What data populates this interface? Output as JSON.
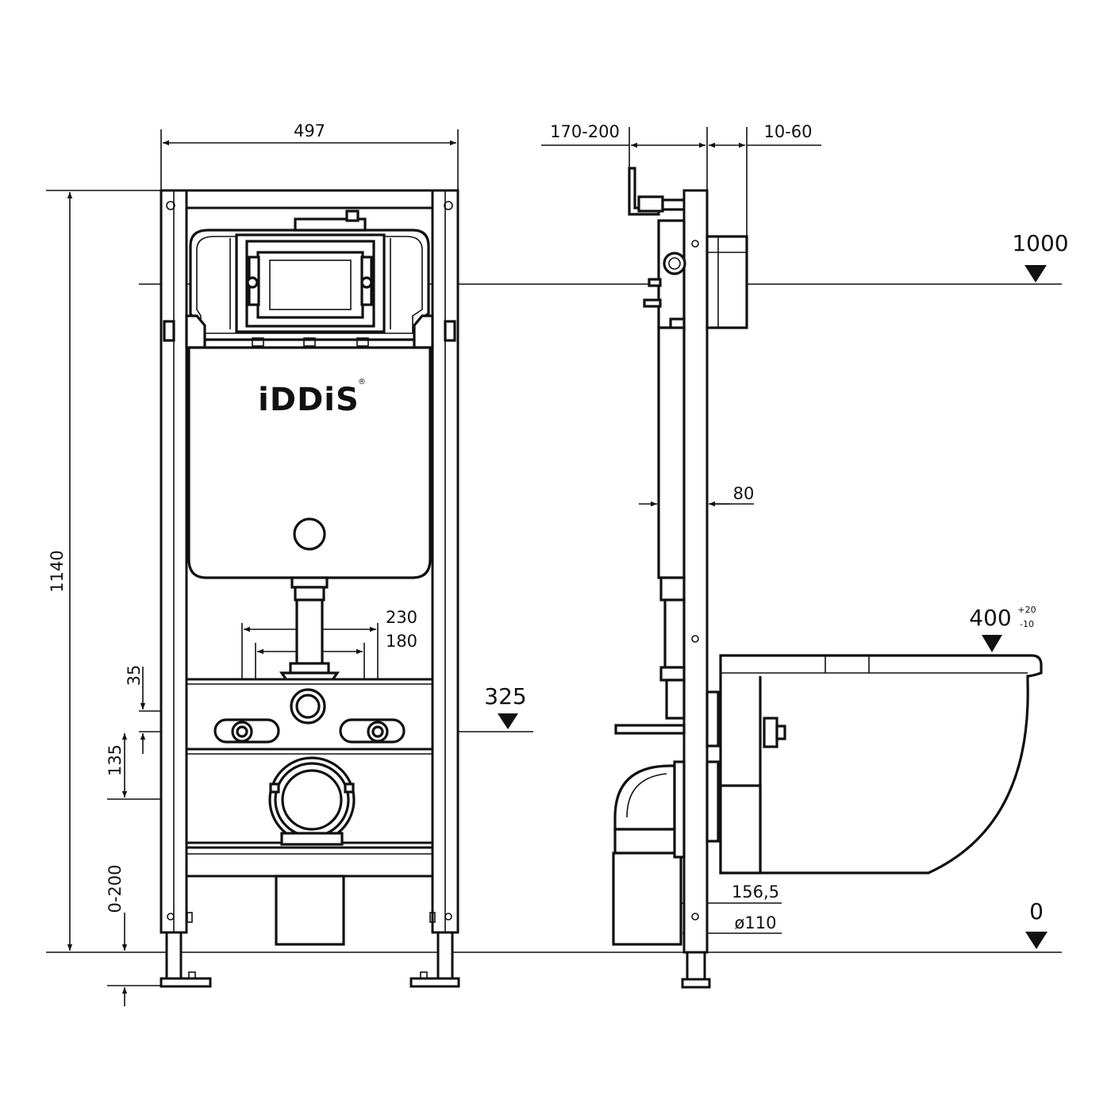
{
  "brand": {
    "logo_text": "iDDiS",
    "registered_mark": "®"
  },
  "dimensions": {
    "width": "497",
    "height": "1140",
    "offset_wall": "170-200",
    "panel_depth": "10-60",
    "frame_depth": "80",
    "pipe_spacing_outer": "230",
    "pipe_spacing_inner": "180",
    "supply_offset": "35",
    "drain_offset": "135",
    "leg_adjust": "0-200",
    "drain_depth": "156,5",
    "drain_diameter": "ø110"
  },
  "levels": {
    "flush_button": "1000",
    "supply": "325",
    "seat": "400",
    "seat_tol_plus": "+20",
    "seat_tol_minus": "-10",
    "floor": "0"
  }
}
